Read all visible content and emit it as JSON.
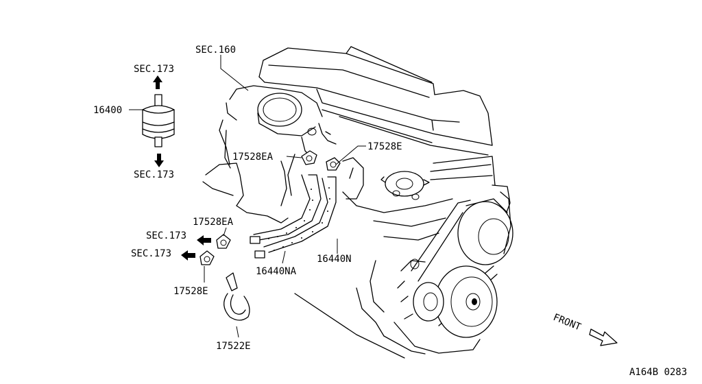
{
  "labels": {
    "sec160": "SEC.160",
    "sec173_top": "SEC.173",
    "part_16400": "16400",
    "sec173_bottom": "SEC.173",
    "part_17528ea_top": "17528EA",
    "part_17528e_top": "17528E",
    "part_17528ea_lower": "17528EA",
    "sec173_left1": "SEC.173",
    "sec173_left2": "SEC.173",
    "part_16440n": "16440N",
    "part_16440na": "16440NA",
    "part_17528e_lower": "17528E",
    "part_17522e": "17522E",
    "front": "FRONT",
    "diagram_code": "A164B 0283"
  },
  "icons": {
    "arrow_up": "arrow-up-icon",
    "arrow_down": "arrow-down-icon",
    "arrow_left": "arrow-left-icon",
    "front_arrow": "front-arrow-icon"
  }
}
